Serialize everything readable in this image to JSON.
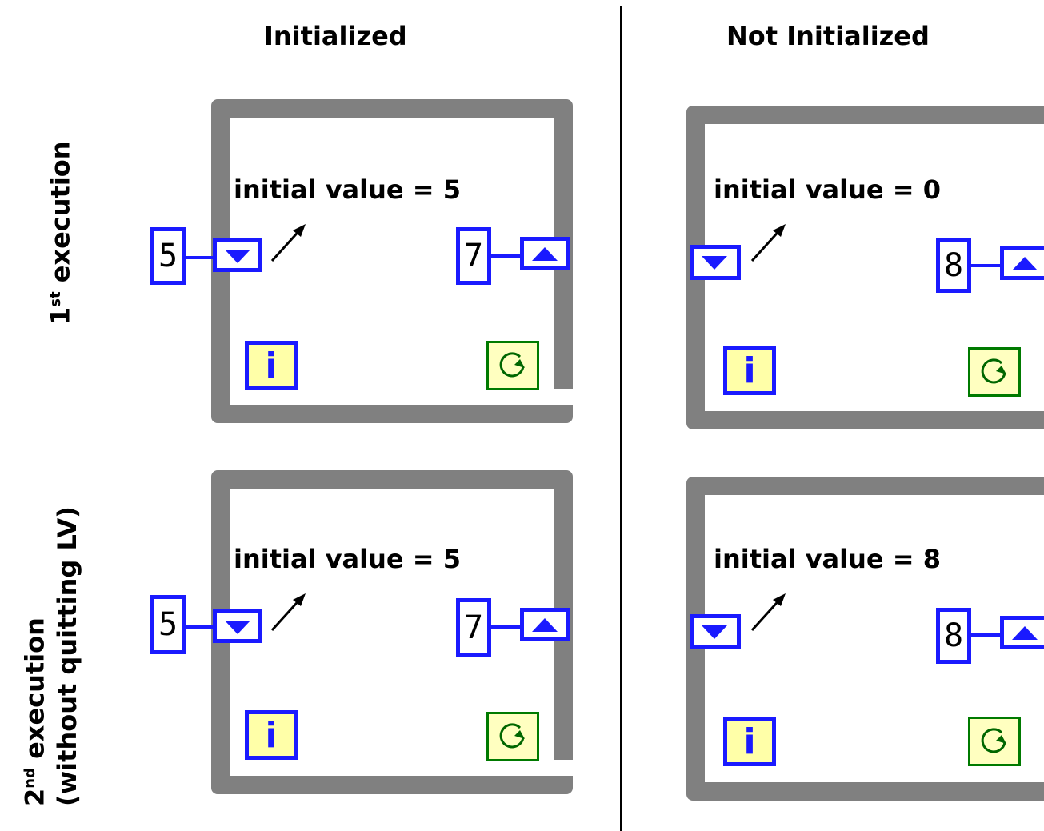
{
  "headers": {
    "initialized": "Initialized",
    "not_initialized": "Not Initialized"
  },
  "row_labels": {
    "first_num": "1",
    "first_sup": "st",
    "first_text": " execution",
    "second_num": "2",
    "second_sup": "nd",
    "second_text": " execution",
    "second_line2": "(without quitting LV)"
  },
  "panels": {
    "init_first": {
      "note": "initial value = 5",
      "input": "5",
      "output": "7"
    },
    "noinit_first": {
      "note": "initial value = 0",
      "output": "8"
    },
    "init_second": {
      "note": "initial value = 5",
      "input": "5",
      "output": "7"
    },
    "noinit_second": {
      "note": "initial value = 8",
      "output": "8"
    }
  },
  "icons": {
    "iteration": "i",
    "condition": "loop-condition-icon"
  },
  "colors": {
    "frame": "#808080",
    "terminal": "#1a1aff",
    "terminal_fill": "#ffffa8",
    "condition": "#007a00"
  }
}
